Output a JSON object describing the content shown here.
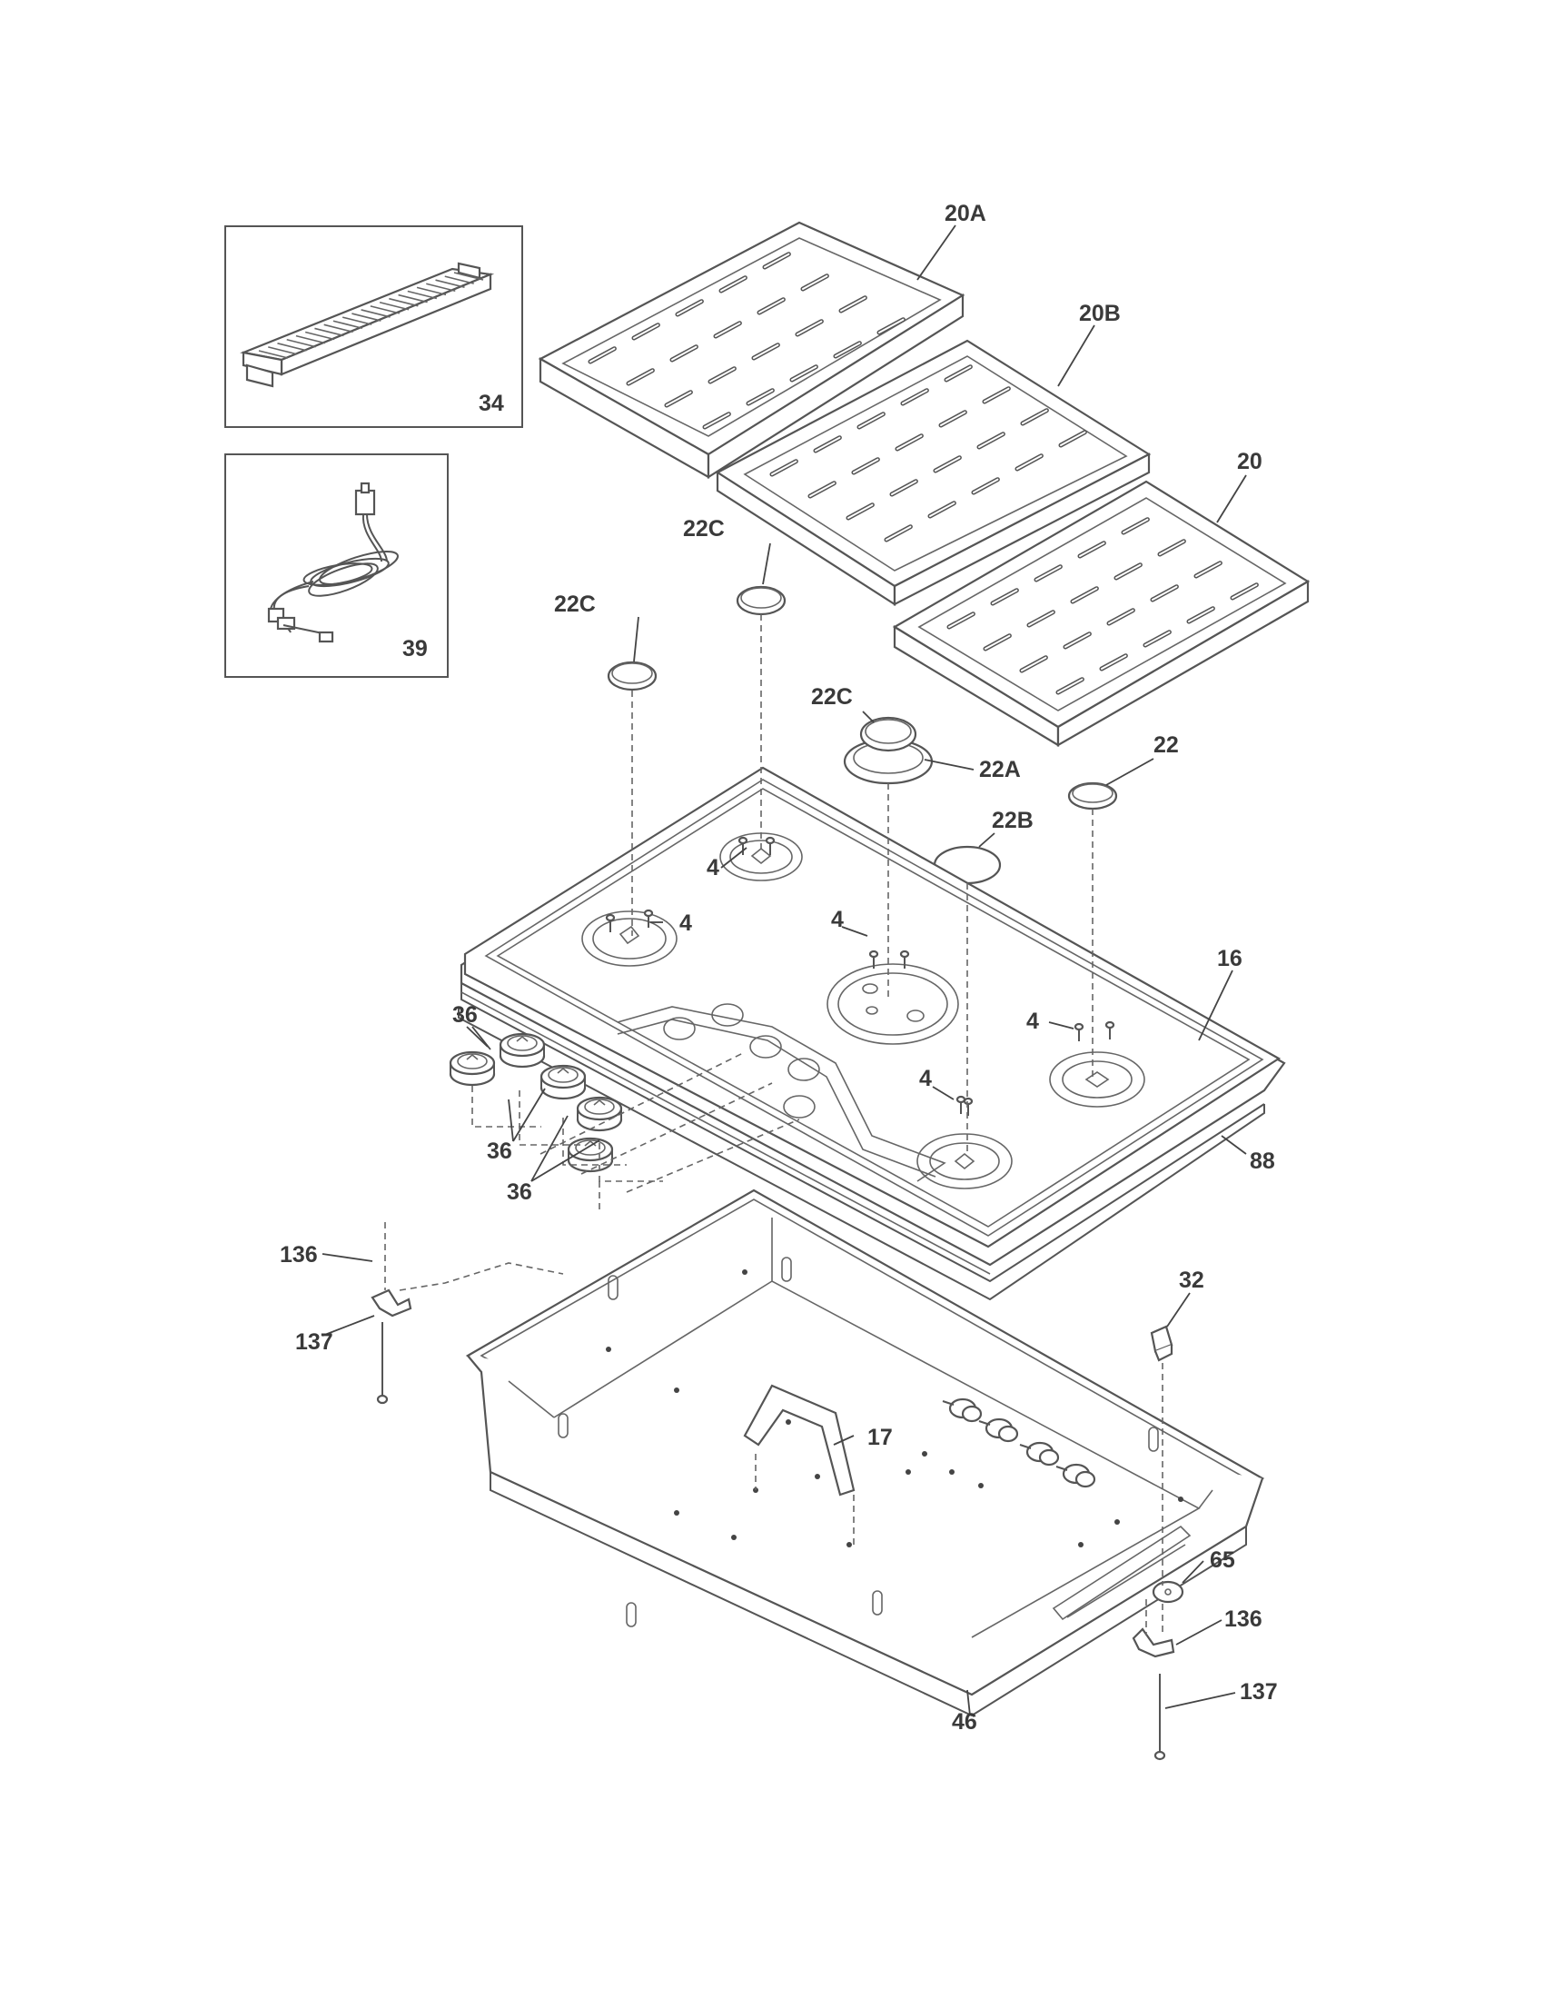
{
  "diagram": {
    "inset_labels": {
      "griddle": "34",
      "power_cord": "39"
    },
    "part_labels": {
      "grate_left": "20A",
      "grate_middle": "20B",
      "grate_right": "20",
      "cap_left": "22C",
      "cap_top": "22C",
      "cap_center": "22C",
      "head_center": "22A",
      "cap_right": "22",
      "cap_front": "22B",
      "screw_a": "4",
      "screw_b": "4",
      "screw_c": "4",
      "screw_d": "4",
      "screw_e": "4",
      "cooktop": "16",
      "gasket": "88",
      "knob_a": "36",
      "knob_b": "36",
      "knob_c": "36",
      "bracket_left": "136",
      "bolt_left": "137",
      "bracket_right": "136",
      "bolt_right": "137",
      "valve_part": "32",
      "support": "17",
      "grommet": "65",
      "base_pan": "46"
    }
  }
}
